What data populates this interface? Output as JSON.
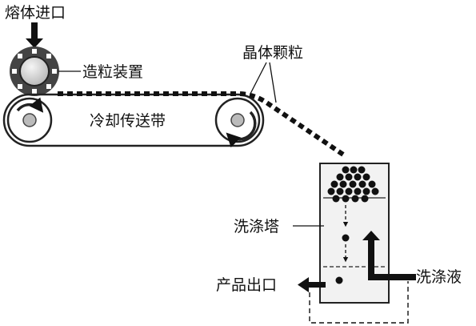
{
  "labels": {
    "melt_inlet": "熔体进口",
    "granulator": "造粒装置",
    "crystal_particles": "晶体颗粒",
    "cooling_belt": "冷却传送带",
    "wash_tower": "洗涤塔",
    "product_outlet": "产品出口",
    "wash_liquid": "洗涤液"
  },
  "colors": {
    "ink": "#111111",
    "drum": "#555555",
    "fill_light": "#c8c8c8",
    "tower_fill": "#f2f2f2"
  }
}
